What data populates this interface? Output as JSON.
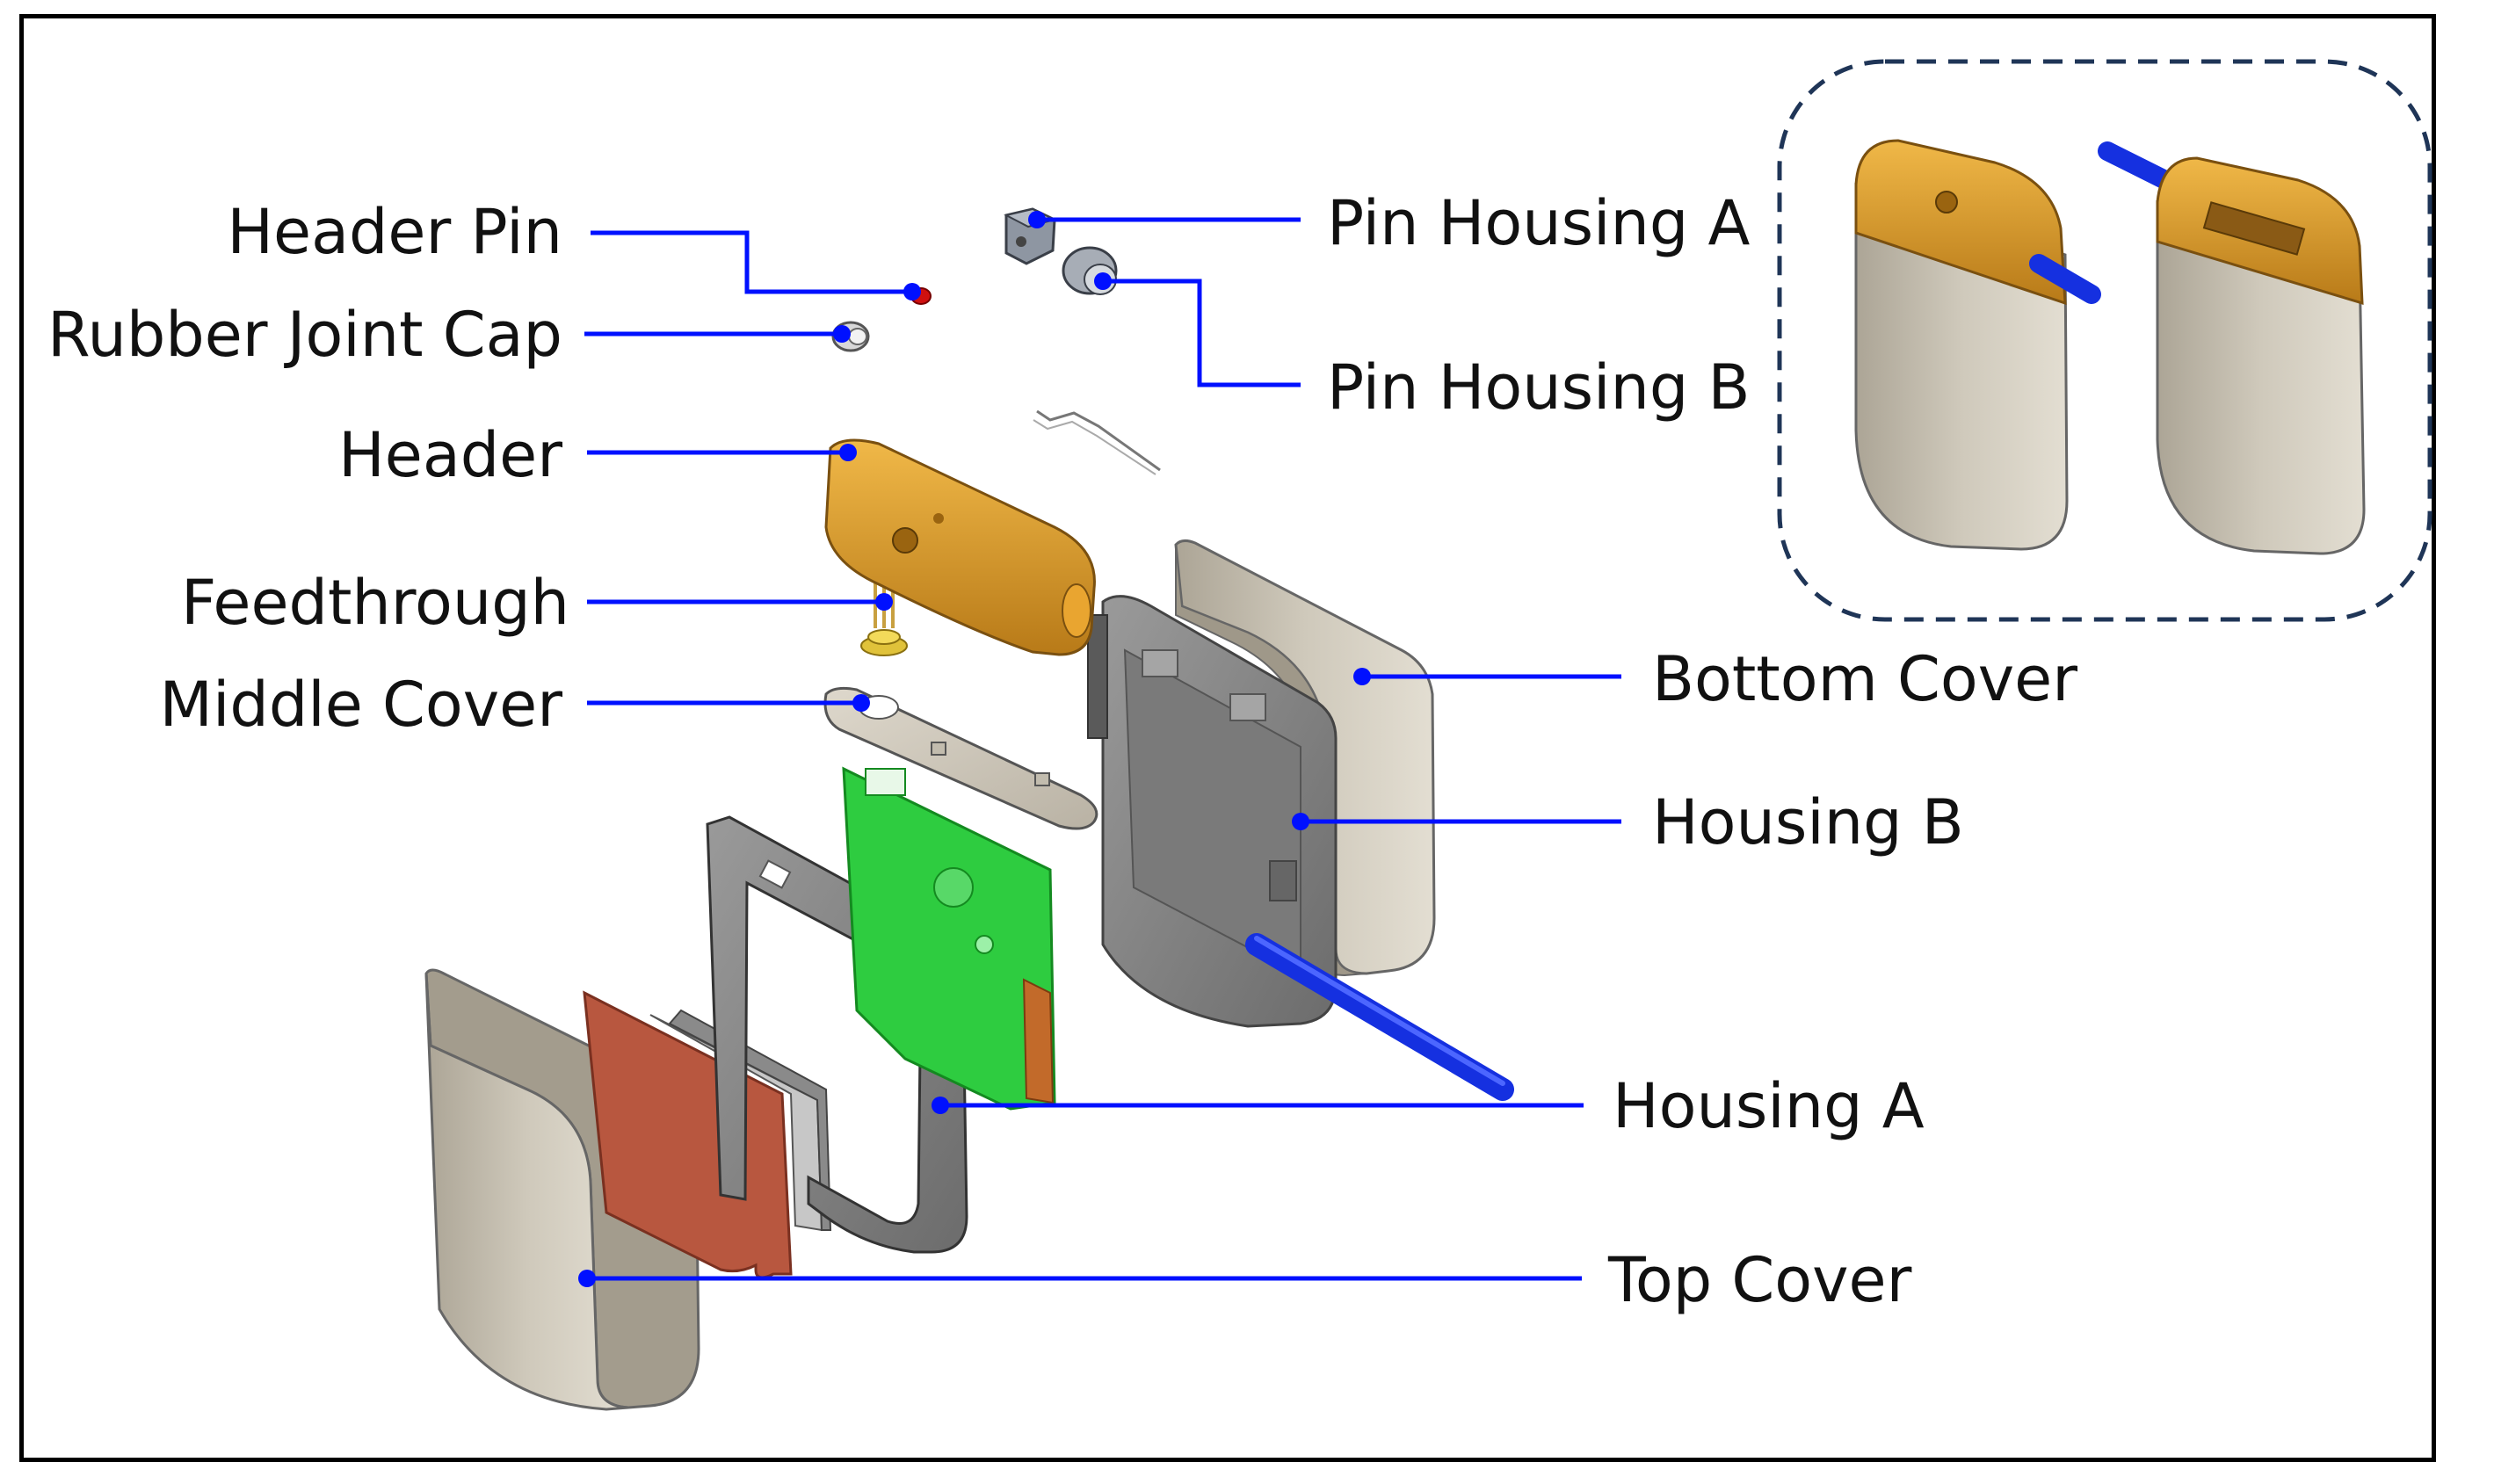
{
  "labels": {
    "header_pin": "Header Pin",
    "rubber_joint_cap": "Rubber Joint Cap",
    "header": "Header",
    "feedthrough": "Feedthrough",
    "middle_cover": "Middle Cover",
    "pin_housing_a": "Pin Housing A",
    "pin_housing_b": "Pin Housing B",
    "bottom_cover": "Bottom Cover",
    "housing_b": "Housing B",
    "housing_a": "Housing A",
    "top_cover": "Top Cover"
  },
  "colors": {
    "leader": "#0010ff",
    "header_orange": "#d99a2b",
    "cover_beige": "#c9c3b4",
    "housing_gray": "#8c8c8c",
    "pcb_green": "#2ecc40",
    "battery_copper": "#b8573f",
    "lead_blue": "#1530e0",
    "inset_border": "#1f3557"
  }
}
